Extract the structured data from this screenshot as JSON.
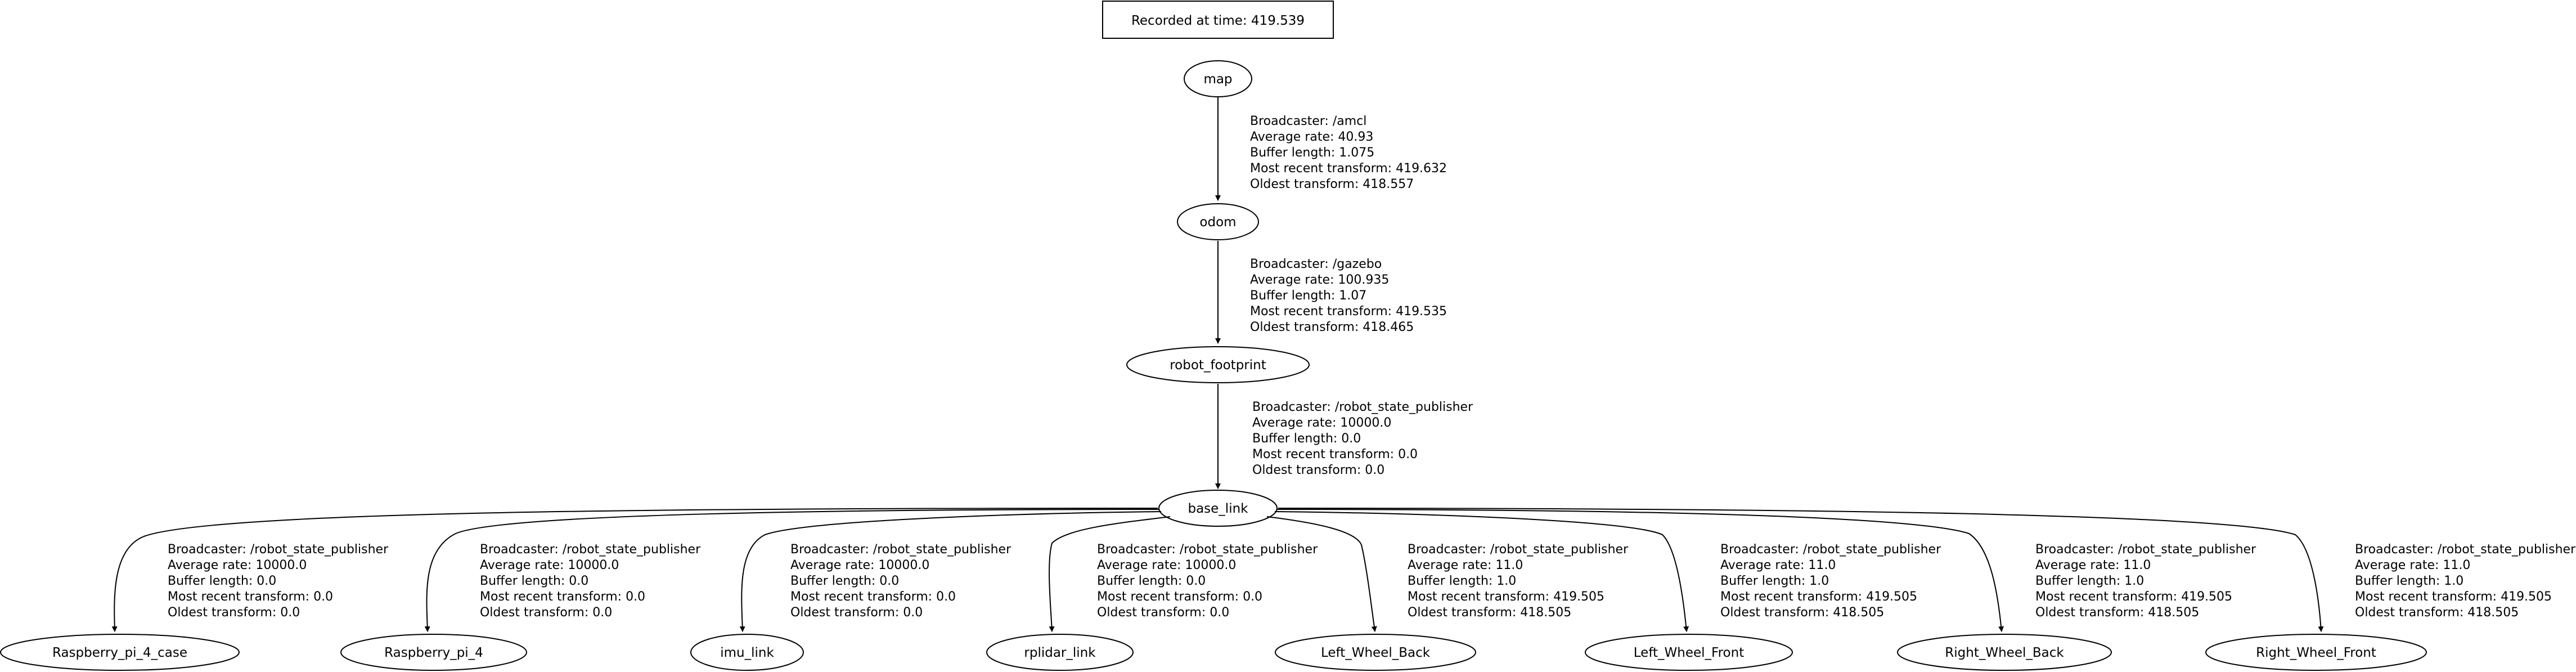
{
  "header": {
    "recorded_label": "Recorded at time: 419.539"
  },
  "colors": {
    "stroke": "#000000",
    "background": "#ffffff"
  },
  "nodes": {
    "map": "map",
    "odom": "odom",
    "robot_footprint": "robot_footprint",
    "base_link": "base_link",
    "raspberry_pi_4_case": "Raspberry_pi_4_case",
    "raspberry_pi_4": "Raspberry_pi_4",
    "imu_link": "imu_link",
    "rplidar_link": "rplidar_link",
    "left_wheel_back": "Left_Wheel_Back",
    "left_wheel_front": "Left_Wheel_Front",
    "right_wheel_back": "Right_Wheel_Back",
    "right_wheel_front": "Right_Wheel_Front"
  },
  "edges": {
    "map_odom": [
      "Broadcaster: /amcl",
      "Average rate: 40.93",
      "Buffer length: 1.075",
      "Most recent transform: 419.632",
      "Oldest transform: 418.557"
    ],
    "odom_robot_footprint": [
      "Broadcaster: /gazebo",
      "Average rate: 100.935",
      "Buffer length: 1.07",
      "Most recent transform: 419.535",
      "Oldest transform: 418.465"
    ],
    "robot_footprint_base_link": [
      "Broadcaster: /robot_state_publisher",
      "Average rate: 10000.0",
      "Buffer length: 0.0",
      "Most recent transform: 0.0",
      "Oldest transform: 0.0"
    ],
    "base_link_raspberry_pi_4_case": [
      "Broadcaster: /robot_state_publisher",
      "Average rate: 10000.0",
      "Buffer length: 0.0",
      "Most recent transform: 0.0",
      "Oldest transform: 0.0"
    ],
    "base_link_raspberry_pi_4": [
      "Broadcaster: /robot_state_publisher",
      "Average rate: 10000.0",
      "Buffer length: 0.0",
      "Most recent transform: 0.0",
      "Oldest transform: 0.0"
    ],
    "base_link_imu_link": [
      "Broadcaster: /robot_state_publisher",
      "Average rate: 10000.0",
      "Buffer length: 0.0",
      "Most recent transform: 0.0",
      "Oldest transform: 0.0"
    ],
    "base_link_rplidar_link": [
      "Broadcaster: /robot_state_publisher",
      "Average rate: 10000.0",
      "Buffer length: 0.0",
      "Most recent transform: 0.0",
      "Oldest transform: 0.0"
    ],
    "base_link_left_wheel_back": [
      "Broadcaster: /robot_state_publisher",
      "Average rate: 11.0",
      "Buffer length: 1.0",
      "Most recent transform: 419.505",
      "Oldest transform: 418.505"
    ],
    "base_link_left_wheel_front": [
      "Broadcaster: /robot_state_publisher",
      "Average rate: 11.0",
      "Buffer length: 1.0",
      "Most recent transform: 419.505",
      "Oldest transform: 418.505"
    ],
    "base_link_right_wheel_back": [
      "Broadcaster: /robot_state_publisher",
      "Average rate: 11.0",
      "Buffer length: 1.0",
      "Most recent transform: 419.505",
      "Oldest transform: 418.505"
    ],
    "base_link_right_wheel_front": [
      "Broadcaster: /robot_state_publisher",
      "Average rate: 11.0",
      "Buffer length: 1.0",
      "Most recent transform: 419.505",
      "Oldest transform: 418.505"
    ]
  }
}
